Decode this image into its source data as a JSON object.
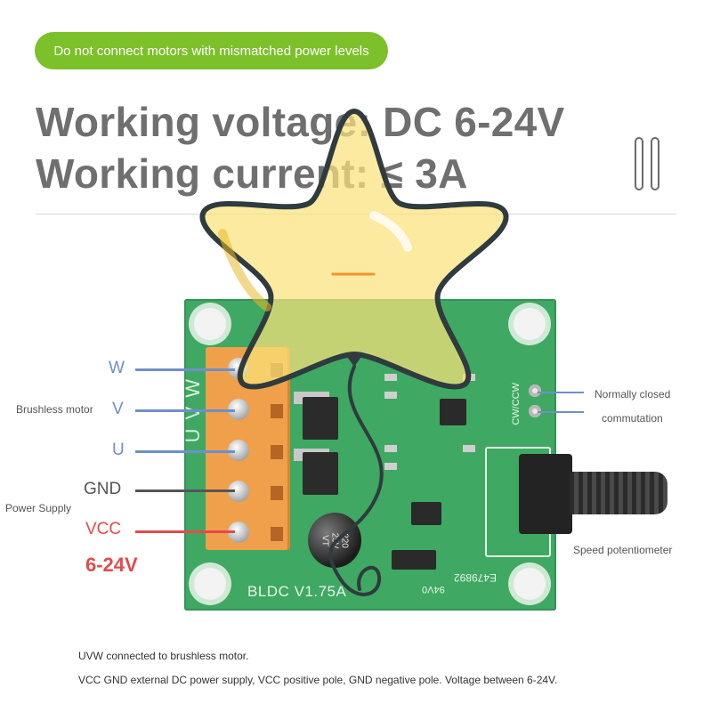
{
  "warning": "Do not connect motors with mismatched power levels",
  "specs": {
    "voltage": "Working voltage: DC 6-24V",
    "current": "Working current: ≤ 3A"
  },
  "pins": {
    "w": "W",
    "v": "V",
    "u": "U",
    "gnd": "GND",
    "vcc": "VCC",
    "voltage_range": "6-24V"
  },
  "side_labels": {
    "brushless_motor": "Brushless motor",
    "power_supply": "Power Supply",
    "normally_closed": "Normally closed",
    "commutation": "commutation",
    "speed_potentiometer": "Speed potentiometer"
  },
  "board_silkscreen": {
    "model": "BLDC  V1.75A",
    "serial": "E479892",
    "rating": "94V0",
    "terminal_letters": "UVW",
    "jumper_label": "CW/CCW",
    "capacitor": "220\n25V\nVT"
  },
  "notes": [
    "UVW connected to brushless motor.",
    "VCC GND external DC power supply, VCC positive pole, GND negative pole. Voltage between 6-24V."
  ],
  "colors": {
    "warning_bg": "#7cc02a",
    "pin_blue": "#6f8fc8",
    "pin_gray": "#555555",
    "pin_red": "#e24b4b",
    "board_green": "#3fa862",
    "star_yellow": "#f9e27a"
  },
  "icons": {
    "pause": "pause-icon",
    "balloon": "star-balloon-icon"
  }
}
